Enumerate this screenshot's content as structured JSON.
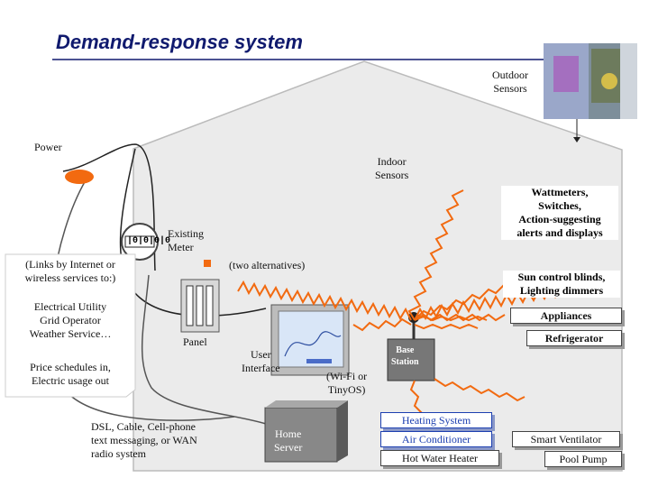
{
  "title": "Demand-response system",
  "labels": {
    "outdoor_sensors": "Outdoor\nSensors",
    "power": "Power",
    "indoor_sensors": "Indoor\nSensors",
    "existing_meter": "Existing\nMeter",
    "two_alternatives": "(two alternatives)",
    "panel": "Panel",
    "user_interface": "User\nInterface",
    "wifi": "(Wi-Fi or\nTinyOS)",
    "home_server": "Home\nServer",
    "base_station": "Base\nStation",
    "dsl": "DSL, Cable, Cell-phone\ntext messaging, or WAN\nradio system",
    "meter_digits": "|0|0|0|0"
  },
  "scroll_note": {
    "links": "(Links by Internet or\nwireless services to:)",
    "services": "Electrical Utility\nGrid Operator\nWeather Service…",
    "prices": "Price schedules in,\nElectric usage out"
  },
  "devices": {
    "wattmeters": "Wattmeters,\nSwitches,\nAction-suggesting\nalerts and displays",
    "sun_control": "Sun control blinds,\nLighting dimmers",
    "appliances": "Appliances",
    "refrigerator": "Refrigerator",
    "heating": "Heating System",
    "air_conditioner": "Air Conditioner",
    "hot_water": "Hot Water Heater",
    "smart_ventilator": "Smart Ventilator",
    "pool_pump": "Pool Pump"
  }
}
